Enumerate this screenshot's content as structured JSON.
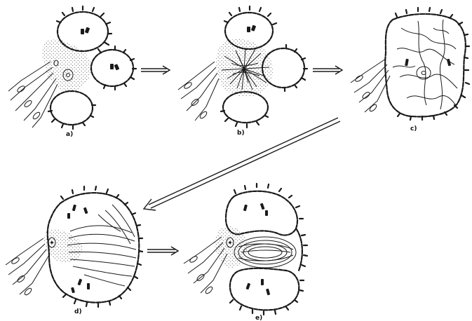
{
  "panels": [
    {
      "id": "a",
      "label": "a)"
    },
    {
      "id": "b",
      "label": "b)"
    },
    {
      "id": "c",
      "label": "c)"
    },
    {
      "id": "d",
      "label": "d)"
    },
    {
      "id": "e",
      "label": "e)"
    }
  ],
  "colors": {
    "ink": "#1a1a1a",
    "background": "#ffffff",
    "stipple": "#333333"
  }
}
